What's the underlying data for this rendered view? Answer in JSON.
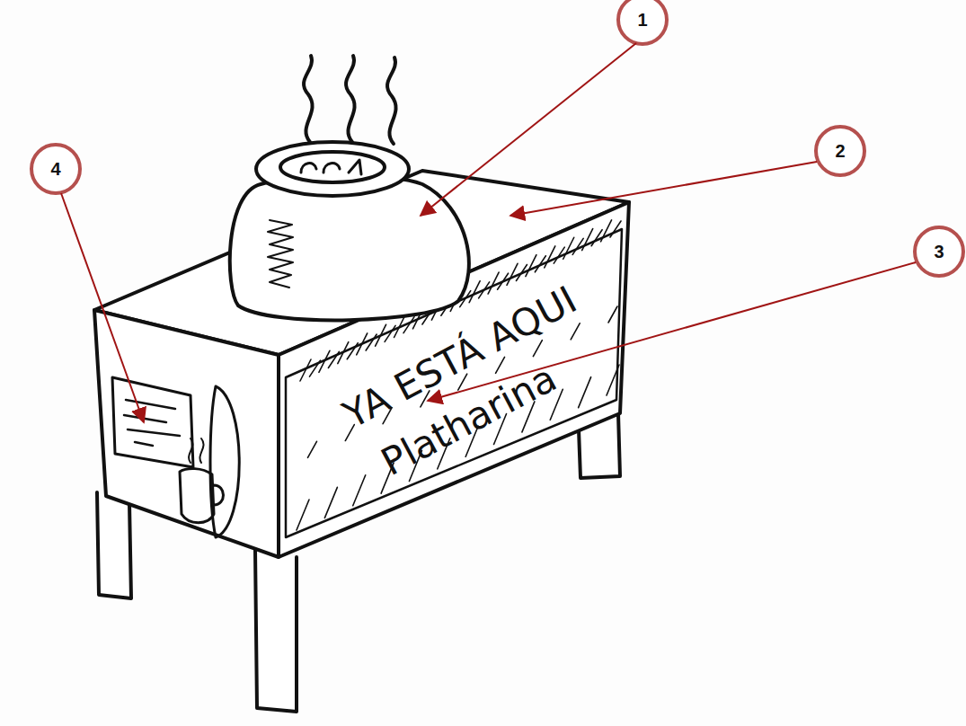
{
  "diagram": {
    "labels": [
      "1",
      "2",
      "3",
      "4",
      "YA ESTÁ AQUI",
      "Platharina"
    ]
  }
}
